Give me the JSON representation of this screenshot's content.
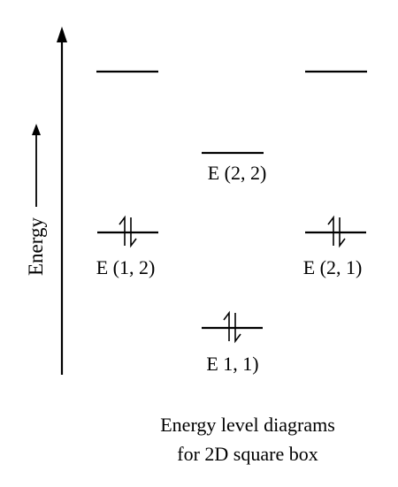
{
  "axis": {
    "label": "Energy"
  },
  "levels": {
    "upper_left": "",
    "upper_right": "",
    "e22": "E (2, 2)",
    "e12": "E (1, 2)",
    "e21": "E (2, 1)",
    "e11": "E 1, 1)"
  },
  "caption": {
    "line1": "Energy level diagrams",
    "line2": "for 2D square box"
  },
  "colors": {
    "ink": "#000000",
    "background": "#ffffff"
  }
}
